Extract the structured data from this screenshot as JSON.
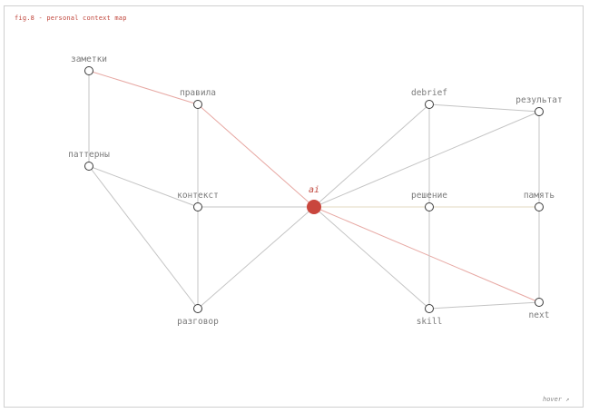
{
  "figure": {
    "caption": "fig.8 - personal context map",
    "hint": "hover ↗"
  },
  "colors": {
    "accent": "#c9463d",
    "edge_neutral": "#c4c4c4",
    "edge_accent": "#e7a8a3",
    "edge_soft": "#e3d8c2"
  },
  "nodes": [
    {
      "id": "ai",
      "label": "ai",
      "hub": true
    },
    {
      "id": "zametki",
      "label": "заметки"
    },
    {
      "id": "pravila",
      "label": "правила"
    },
    {
      "id": "patterny",
      "label": "паттерны"
    },
    {
      "id": "kontekst",
      "label": "контекст"
    },
    {
      "id": "razgovor",
      "label": "разговор"
    },
    {
      "id": "debrief",
      "label": "debrief"
    },
    {
      "id": "rezultat",
      "label": "результат"
    },
    {
      "id": "reshenie",
      "label": "решение"
    },
    {
      "id": "pamyat",
      "label": "память"
    },
    {
      "id": "skill",
      "label": "skill"
    },
    {
      "id": "next",
      "label": "next"
    }
  ],
  "edges": [
    {
      "from": "zametki",
      "to": "pravila",
      "style": "accent"
    },
    {
      "from": "pravila",
      "to": "ai",
      "style": "accent"
    },
    {
      "from": "ai",
      "to": "next",
      "style": "accent"
    },
    {
      "from": "zametki",
      "to": "patterny",
      "style": "neutral"
    },
    {
      "from": "pravila",
      "to": "kontekst",
      "style": "neutral"
    },
    {
      "from": "patterny",
      "to": "kontekst",
      "style": "neutral"
    },
    {
      "from": "patterny",
      "to": "razgovor",
      "style": "neutral"
    },
    {
      "from": "kontekst",
      "to": "razgovor",
      "style": "neutral"
    },
    {
      "from": "kontekst",
      "to": "ai",
      "style": "neutral"
    },
    {
      "from": "razgovor",
      "to": "ai",
      "style": "neutral"
    },
    {
      "from": "ai",
      "to": "debrief",
      "style": "neutral"
    },
    {
      "from": "ai",
      "to": "rezultat",
      "style": "neutral"
    },
    {
      "from": "ai",
      "to": "reshenie",
      "style": "soft"
    },
    {
      "from": "reshenie",
      "to": "pamyat",
      "style": "soft"
    },
    {
      "from": "ai",
      "to": "skill",
      "style": "neutral"
    },
    {
      "from": "debrief",
      "to": "rezultat",
      "style": "neutral"
    },
    {
      "from": "debrief",
      "to": "reshenie",
      "style": "neutral"
    },
    {
      "from": "reshenie",
      "to": "skill",
      "style": "neutral"
    },
    {
      "from": "rezultat",
      "to": "pamyat",
      "style": "neutral"
    },
    {
      "from": "pamyat",
      "to": "next",
      "style": "neutral"
    },
    {
      "from": "skill",
      "to": "next",
      "style": "neutral"
    }
  ]
}
